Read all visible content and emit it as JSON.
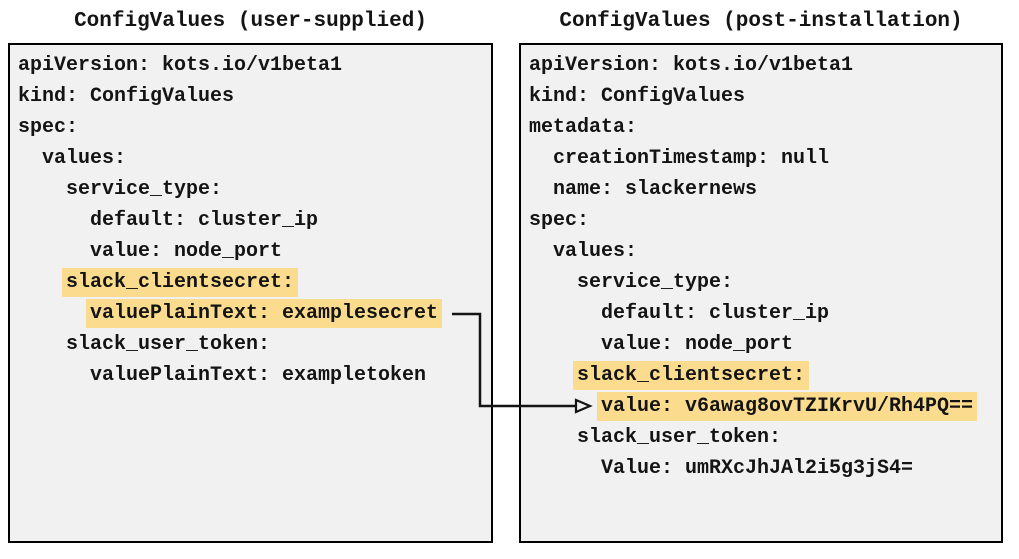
{
  "diagram": {
    "colors": {
      "highlight": "#fbdc8f",
      "panel_background": "#f1f1f1",
      "panel_border": "#000000",
      "text": "#141414",
      "arrow": "#141414"
    },
    "left_panel": {
      "title": "ConfigValues (user-supplied)",
      "lines": [
        {
          "indent": 0,
          "text": "apiVersion: kots.io/v1beta1",
          "highlight": false
        },
        {
          "indent": 0,
          "text": "kind: ConfigValues",
          "highlight": false
        },
        {
          "indent": 0,
          "text": "spec:",
          "highlight": false
        },
        {
          "indent": 1,
          "text": "values:",
          "highlight": false
        },
        {
          "indent": 2,
          "text": "service_type:",
          "highlight": false
        },
        {
          "indent": 3,
          "text": "default: cluster_ip",
          "highlight": false
        },
        {
          "indent": 3,
          "text": "value: node_port",
          "highlight": false
        },
        {
          "indent": 2,
          "text": "slack_clientsecret:",
          "highlight": true
        },
        {
          "indent": 3,
          "text": "valuePlainText: examplesecret",
          "highlight": true
        },
        {
          "indent": 2,
          "text": "slack_user_token:",
          "highlight": false
        },
        {
          "indent": 3,
          "text": "valuePlainText: exampletoken",
          "highlight": false
        }
      ]
    },
    "right_panel": {
      "title": "ConfigValues (post-installation)",
      "lines": [
        {
          "indent": 0,
          "text": "apiVersion: kots.io/v1beta1",
          "highlight": false
        },
        {
          "indent": 0,
          "text": "kind: ConfigValues",
          "highlight": false
        },
        {
          "indent": 0,
          "text": "metadata:",
          "highlight": false
        },
        {
          "indent": 1,
          "text": "creationTimestamp: null",
          "highlight": false
        },
        {
          "indent": 1,
          "text": "name: slackernews",
          "highlight": false
        },
        {
          "indent": 0,
          "text": "spec:",
          "highlight": false
        },
        {
          "indent": 1,
          "text": "values:",
          "highlight": false
        },
        {
          "indent": 2,
          "text": "service_type:",
          "highlight": false
        },
        {
          "indent": 3,
          "text": "default: cluster_ip",
          "highlight": false
        },
        {
          "indent": 3,
          "text": "value: node_port",
          "highlight": false
        },
        {
          "indent": 2,
          "text": "slack_clientsecret:",
          "highlight": true
        },
        {
          "indent": 3,
          "text": "value: v6awag8ovTZIKrvU/Rh4PQ==",
          "highlight": true
        },
        {
          "indent": 2,
          "text": "slack_user_token:",
          "highlight": false
        },
        {
          "indent": 3,
          "text": "Value: umRXcJhJAl2i5g3jS4=",
          "highlight": false
        }
      ]
    },
    "arrow": {
      "from": "valuePlainText: examplesecret",
      "to": "value: v6awag8ovTZIKrvU/Rh4PQ=="
    }
  }
}
